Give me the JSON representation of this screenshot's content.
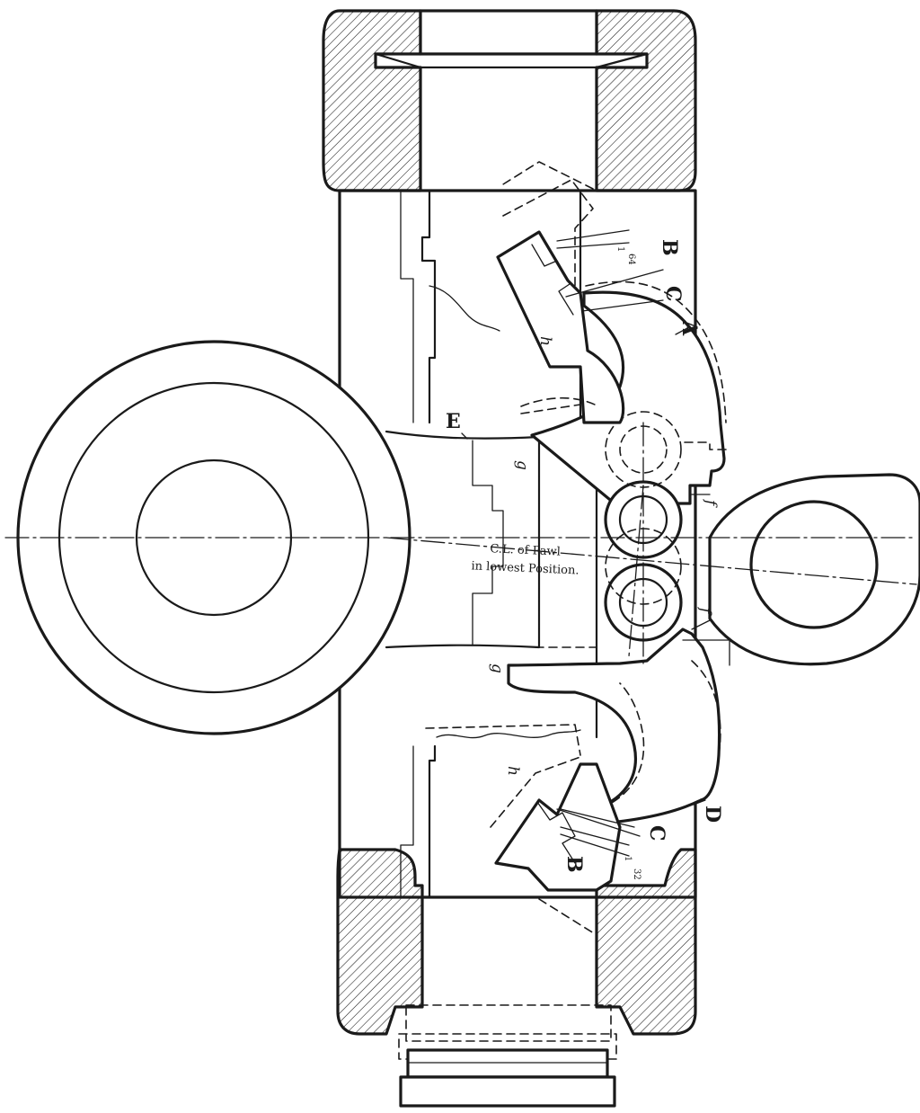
{
  "labels": {
    "A": "A",
    "B_top": "B",
    "C_top": "C",
    "B_bottom": "B",
    "C_bottom": "C",
    "D": "D",
    "E": "E",
    "f_top": "f",
    "f_bottom": "f",
    "g_top": "g",
    "g_bottom": "g",
    "h_top": "h",
    "h_bottom": "h",
    "frac_top_num": "1",
    "frac_top_den": "64",
    "frac_bottom_num": "1",
    "frac_bottom_den": "32"
  },
  "note": {
    "line1": "C.L. of Pawl",
    "line2": "in lowest Position."
  }
}
